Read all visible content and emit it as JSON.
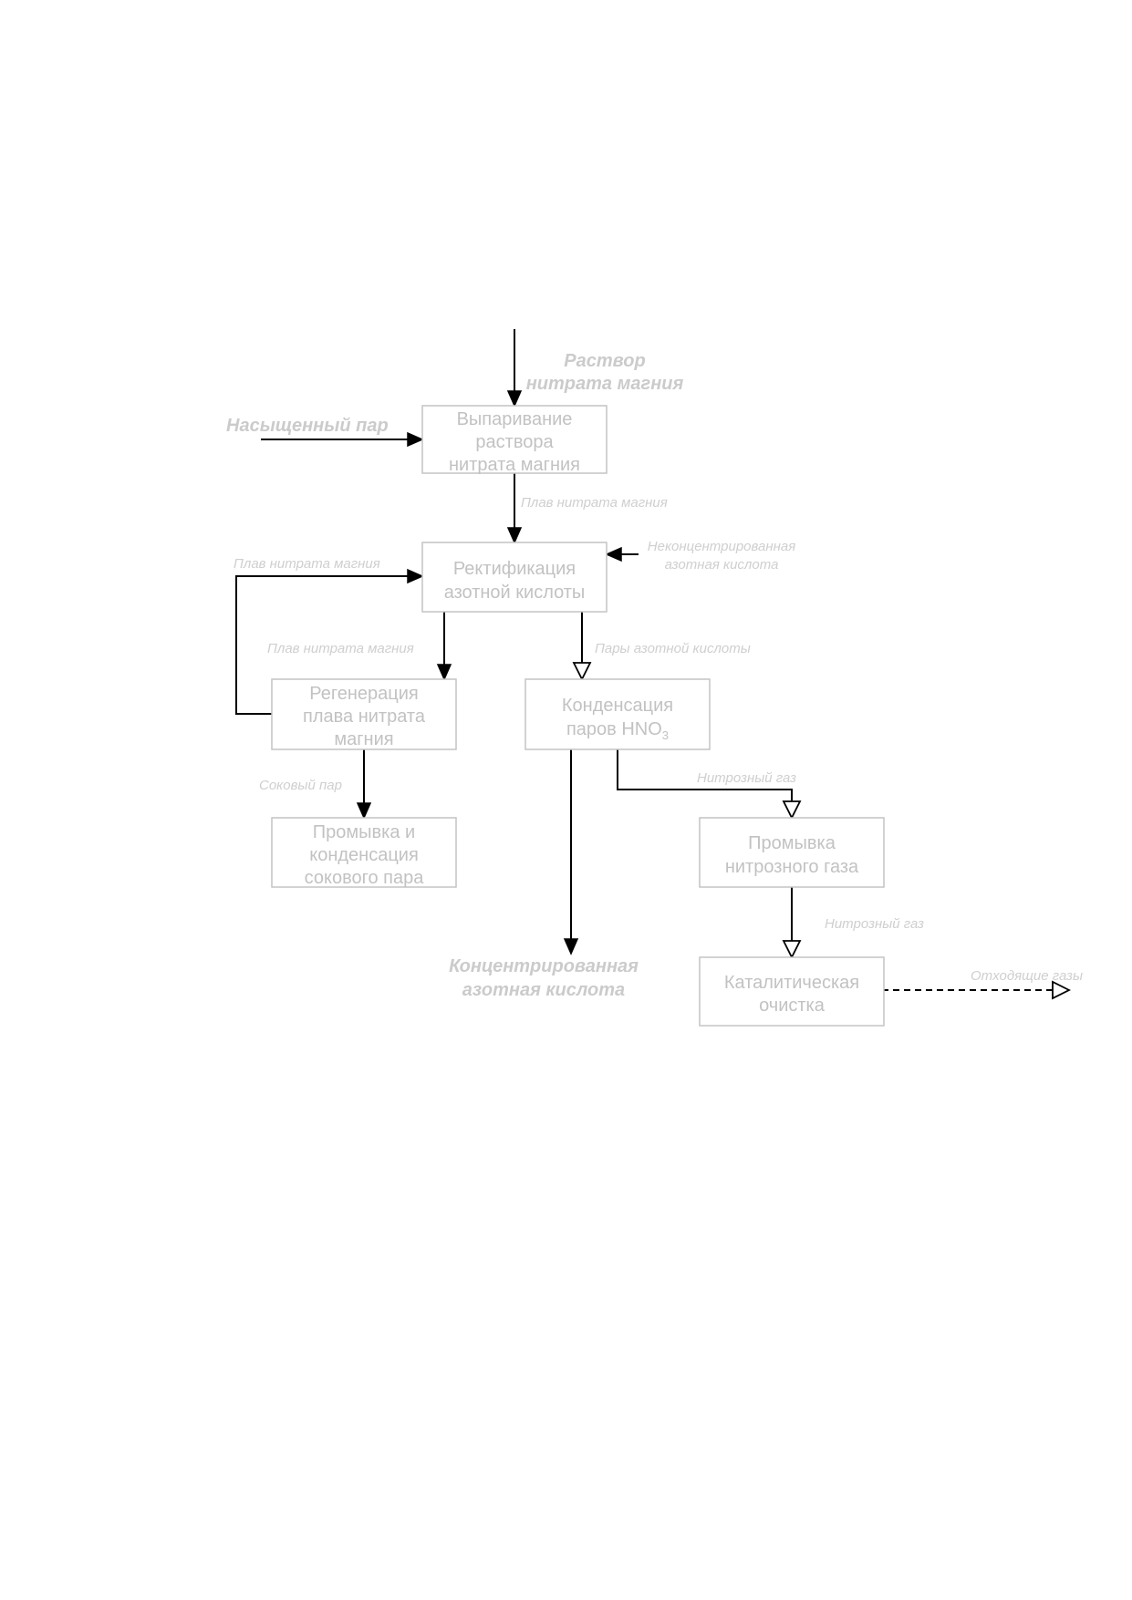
{
  "diagram": {
    "boxes": {
      "evaporation": [
        "Выпаривание",
        "раствора",
        "нитрата магния"
      ],
      "rectification": [
        "Ректификация",
        "азотной кислоты"
      ],
      "regeneration": [
        "Регенерация",
        "плава нитрата",
        "магния"
      ],
      "condensation": [
        "Конденсация",
        "паров HNO",
        "3"
      ],
      "washing_steam": [
        "Промывка и",
        "конденсация",
        "сокового пара"
      ],
      "washing_gas": [
        "Промывка",
        "нитрозного газа"
      ],
      "catalytic": [
        "Каталитическая",
        "очистка"
      ]
    },
    "inputs": {
      "solution": [
        "Раствор",
        "нитрата магния"
      ],
      "steam": "Насыщенный пар",
      "dilute_acid": [
        "Неконцентрированная",
        "азотная кислота"
      ]
    },
    "outputs": {
      "concentrated_acid": [
        "Концентрированная",
        "азотная кислота"
      ],
      "exhaust": "Отходящие газы"
    },
    "flows": {
      "melt_to_rect": "Плав нитрата магния",
      "melt_return": "Плав нитрата магния",
      "melt_to_regen": "Плав нитрата магния",
      "acid_vapors": "Пары азотной кислоты",
      "juice_steam": "Соковый пар",
      "nitrous_gas_1": "Нитрозный газ",
      "nitrous_gas_2": "Нитрозный газ"
    }
  }
}
